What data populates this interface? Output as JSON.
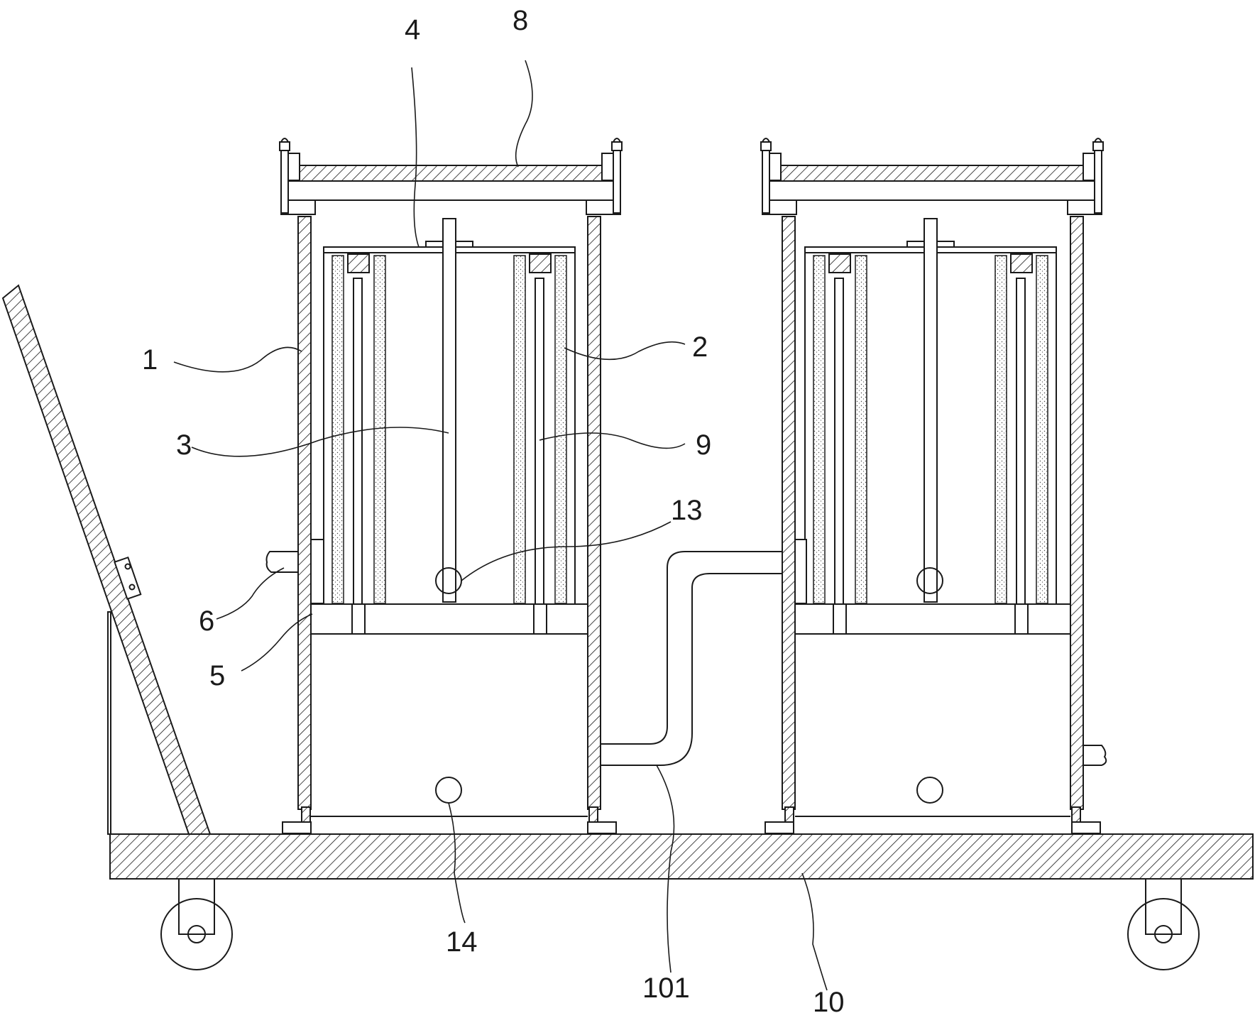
{
  "labels": {
    "n1": "1",
    "n2": "2",
    "n3": "3",
    "n4": "4",
    "n5": "5",
    "n6": "6",
    "n8": "8",
    "n9": "9",
    "n10": "10",
    "n13": "13",
    "n14": "14",
    "n101": "101"
  }
}
